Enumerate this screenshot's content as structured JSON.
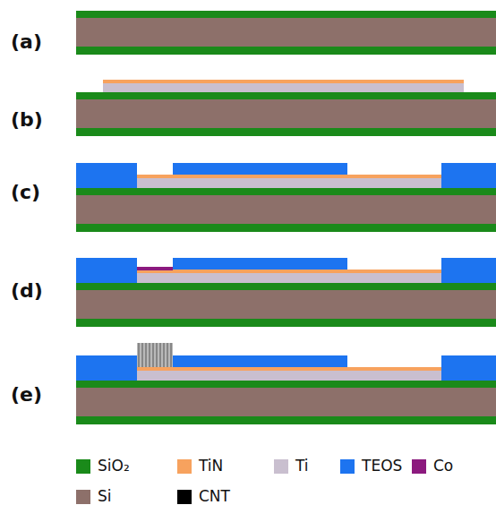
{
  "diagram": {
    "labels": [
      "(a)",
      "(b)",
      "(c)",
      "(d)",
      "(e)"
    ],
    "legend": [
      {
        "text": "SiO₂",
        "color": "#1a8a1a"
      },
      {
        "text": "TiN",
        "color": "#f7a25e"
      },
      {
        "text": "Ti",
        "color": "#c9bfcf"
      },
      {
        "text": "TEOS",
        "color": "#1d74f0"
      },
      {
        "text": "Co",
        "color": "#8c1a7e"
      },
      {
        "text": "Si",
        "color": "#8d706a"
      },
      {
        "text": "CNT",
        "color": "#000000"
      }
    ]
  }
}
